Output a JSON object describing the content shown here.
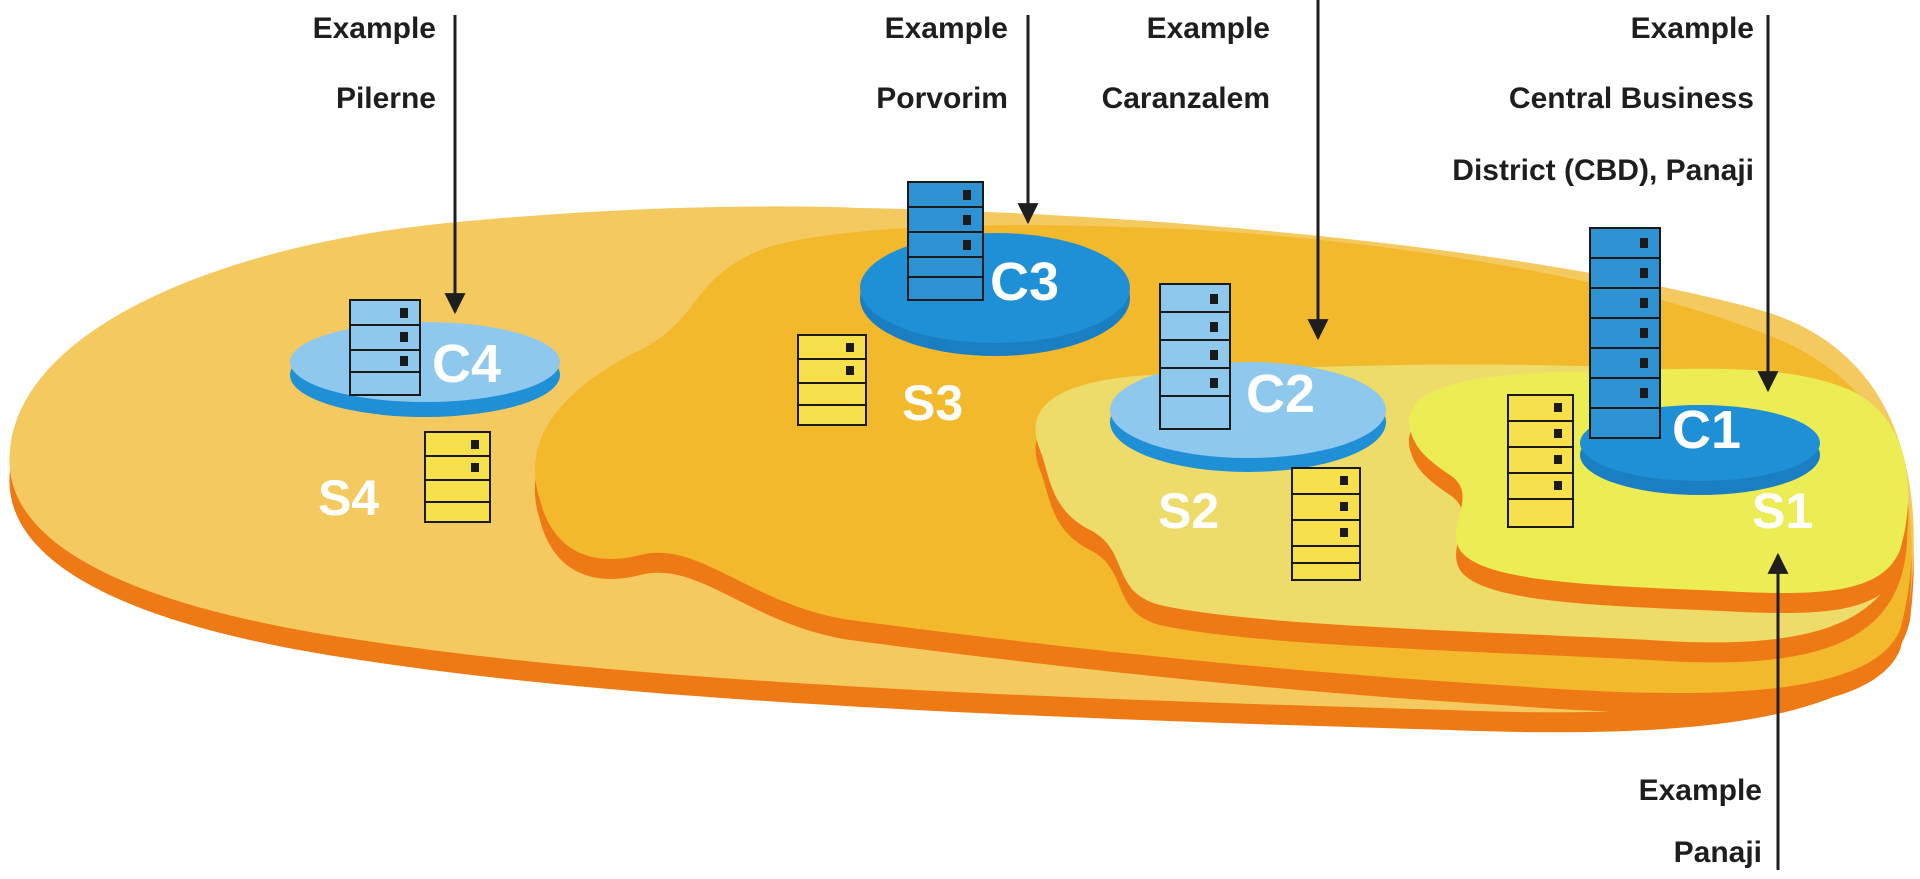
{
  "colors": {
    "layer4": "#f4ca60",
    "layer3": "#f2b92c",
    "layer2": "#eedc6a",
    "layer1": "#ecec55",
    "rim": "#ee7a16",
    "core_light": "#8ec8ec",
    "core_dark": "#1f8fd6",
    "building_blue": "#2e92d2",
    "building_yellow": "#f6e04c"
  },
  "labels": {
    "c4": {
      "example": "Example",
      "place": "Pilerne"
    },
    "c3": {
      "example": "Example",
      "place": "Porvorim"
    },
    "c2": {
      "example": "Example",
      "place": "Caranzalem"
    },
    "c1": {
      "example": "Example",
      "place_line1": "Central Business",
      "place_line2": "District (CBD), Panaji"
    },
    "s1": {
      "example": "Example",
      "place": "Panaji"
    }
  },
  "zones": {
    "cores": [
      "C1",
      "C2",
      "C3",
      "C4"
    ],
    "rings": [
      "S1",
      "S2",
      "S3",
      "S4"
    ]
  }
}
